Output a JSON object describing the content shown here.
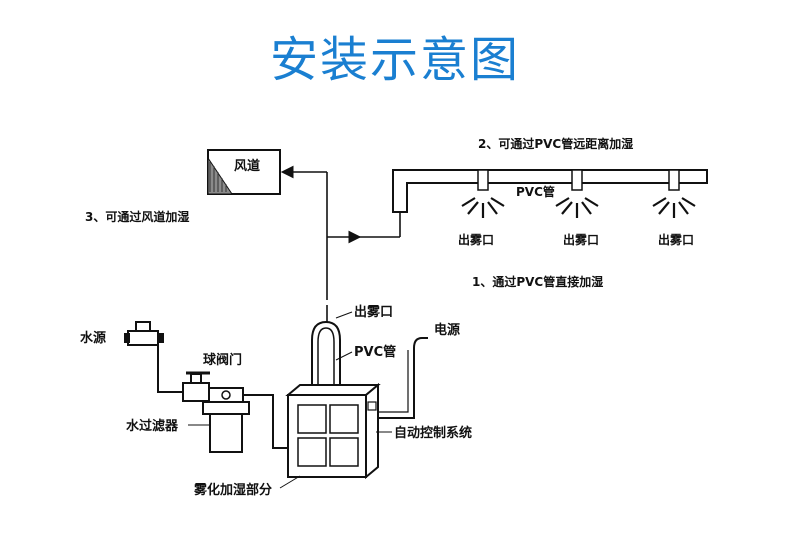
{
  "title": "安装示意图",
  "labels": {
    "duct": "风道",
    "mode3": "3、可通过风道加湿",
    "mode2": "2、可通过PVC管远距离加湿",
    "pvc_top": "PVC管",
    "outlet_1": "出雾口",
    "outlet_2": "出雾口",
    "outlet_3": "出雾口",
    "mode1": "1、通过PVC管直接加湿",
    "water_source": "水源",
    "ball_valve": "球阀门",
    "water_filter": "水过滤器",
    "mist_outlet": "出雾口",
    "pvc_pipe": "PVC管",
    "power": "电源",
    "auto_control": "自动控制系统",
    "humidifier_unit": "雾化加湿部分"
  },
  "colors": {
    "title": "#1a7fd1",
    "line": "#111111",
    "background": "#ffffff"
  }
}
